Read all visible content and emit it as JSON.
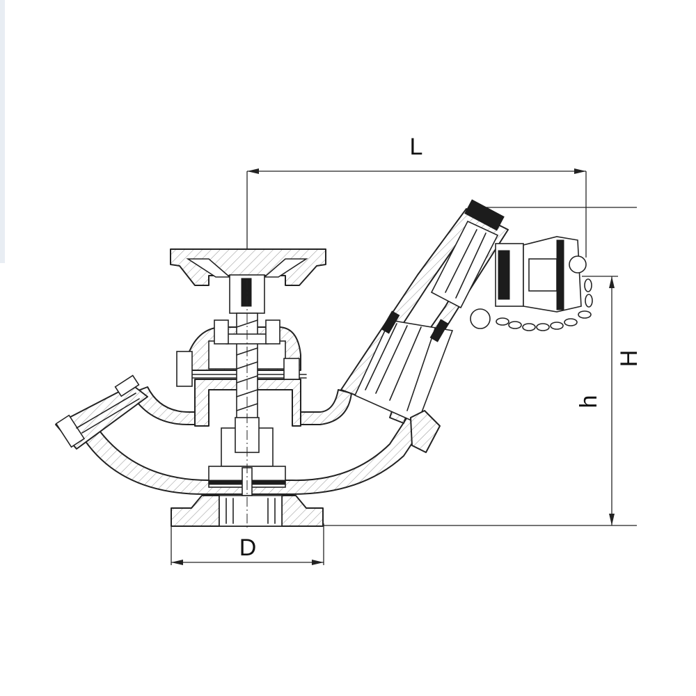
{
  "colors": {
    "line": "#222222",
    "background": "#ffffff"
  },
  "dimensions": {
    "L": "L",
    "H": "H",
    "h": "h",
    "D": "D"
  }
}
